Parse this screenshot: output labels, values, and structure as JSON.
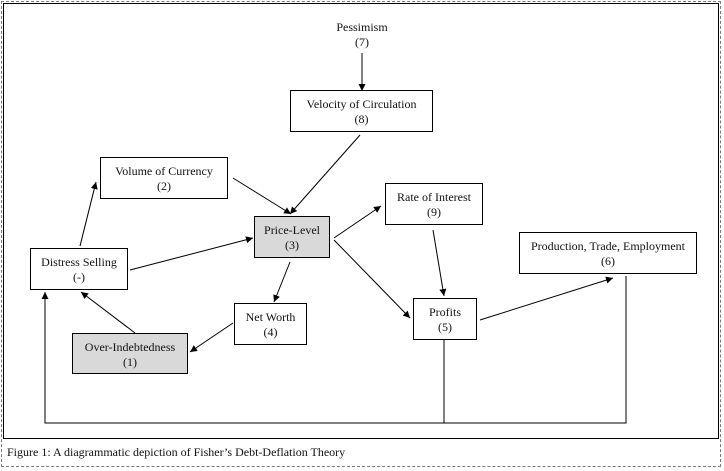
{
  "diagram": {
    "nodes": {
      "pessimism": {
        "title": "Pessimism",
        "number": "(7)"
      },
      "velocity": {
        "title": "Velocity of Circulation",
        "number": "(8)"
      },
      "currency": {
        "title": "Volume of Currency",
        "number": "(2)"
      },
      "price_level": {
        "title": "Price-Level",
        "number": "(3)"
      },
      "interest": {
        "title": "Rate of Interest",
        "number": "(9)"
      },
      "production": {
        "title": "Production, Trade, Employment",
        "number": "(6)"
      },
      "distress": {
        "title": "Distress Selling",
        "number": "(-)"
      },
      "net_worth": {
        "title": "Net Worth",
        "number": "(4)"
      },
      "profits": {
        "title": "Profits",
        "number": "(5)"
      },
      "over_indebtedness": {
        "title": "Over-Indebtedness",
        "number": "(1)"
      }
    },
    "edges": [
      {
        "from": "pessimism",
        "to": "velocity"
      },
      {
        "from": "velocity",
        "to": "price_level"
      },
      {
        "from": "currency",
        "to": "price_level"
      },
      {
        "from": "distress",
        "to": "currency"
      },
      {
        "from": "distress",
        "to": "price_level"
      },
      {
        "from": "price_level",
        "to": "interest"
      },
      {
        "from": "price_level",
        "to": "net_worth"
      },
      {
        "from": "price_level",
        "to": "profits"
      },
      {
        "from": "interest",
        "to": "profits"
      },
      {
        "from": "profits",
        "to": "production"
      },
      {
        "from": "net_worth",
        "to": "over_indebtedness"
      },
      {
        "from": "over_indebtedness",
        "to": "distress"
      },
      {
        "from": "profits",
        "to": "distress"
      },
      {
        "from": "production",
        "to": "distress"
      }
    ],
    "caption": "Figure 1: A diagrammatic depiction of Fisher’s Debt-Deflation Theory"
  }
}
